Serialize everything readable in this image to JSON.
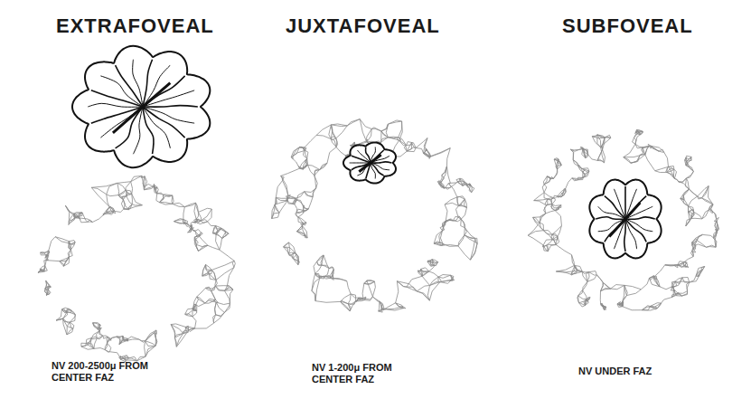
{
  "diagram": {
    "labels": [
      "EXTRAFOVEAL",
      "JUXTAFOVEAL",
      "SUBFOVEAL",
      "NV 200-2500μ FROM CENTER FAZ",
      "NV 1-200μ FROM CENTER FAZ",
      "NV UNDER FAZ"
    ]
  }
}
